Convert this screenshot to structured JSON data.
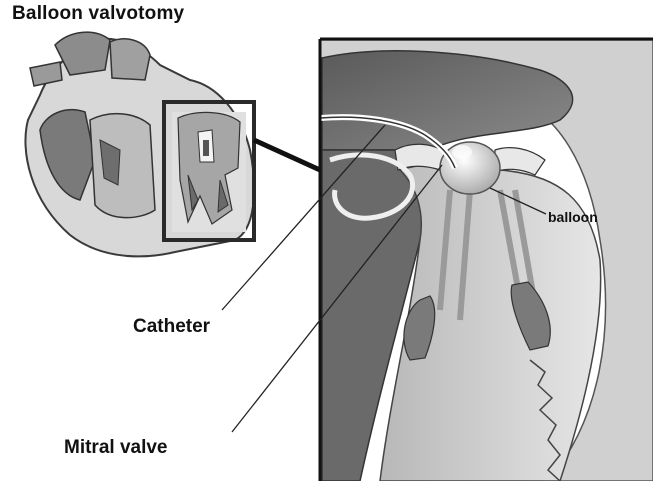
{
  "title": "Balloon valvotomy",
  "labels": {
    "catheter": "Catheter",
    "mitral_valve": "Mitral valve",
    "balloon": "balloon"
  }
}
